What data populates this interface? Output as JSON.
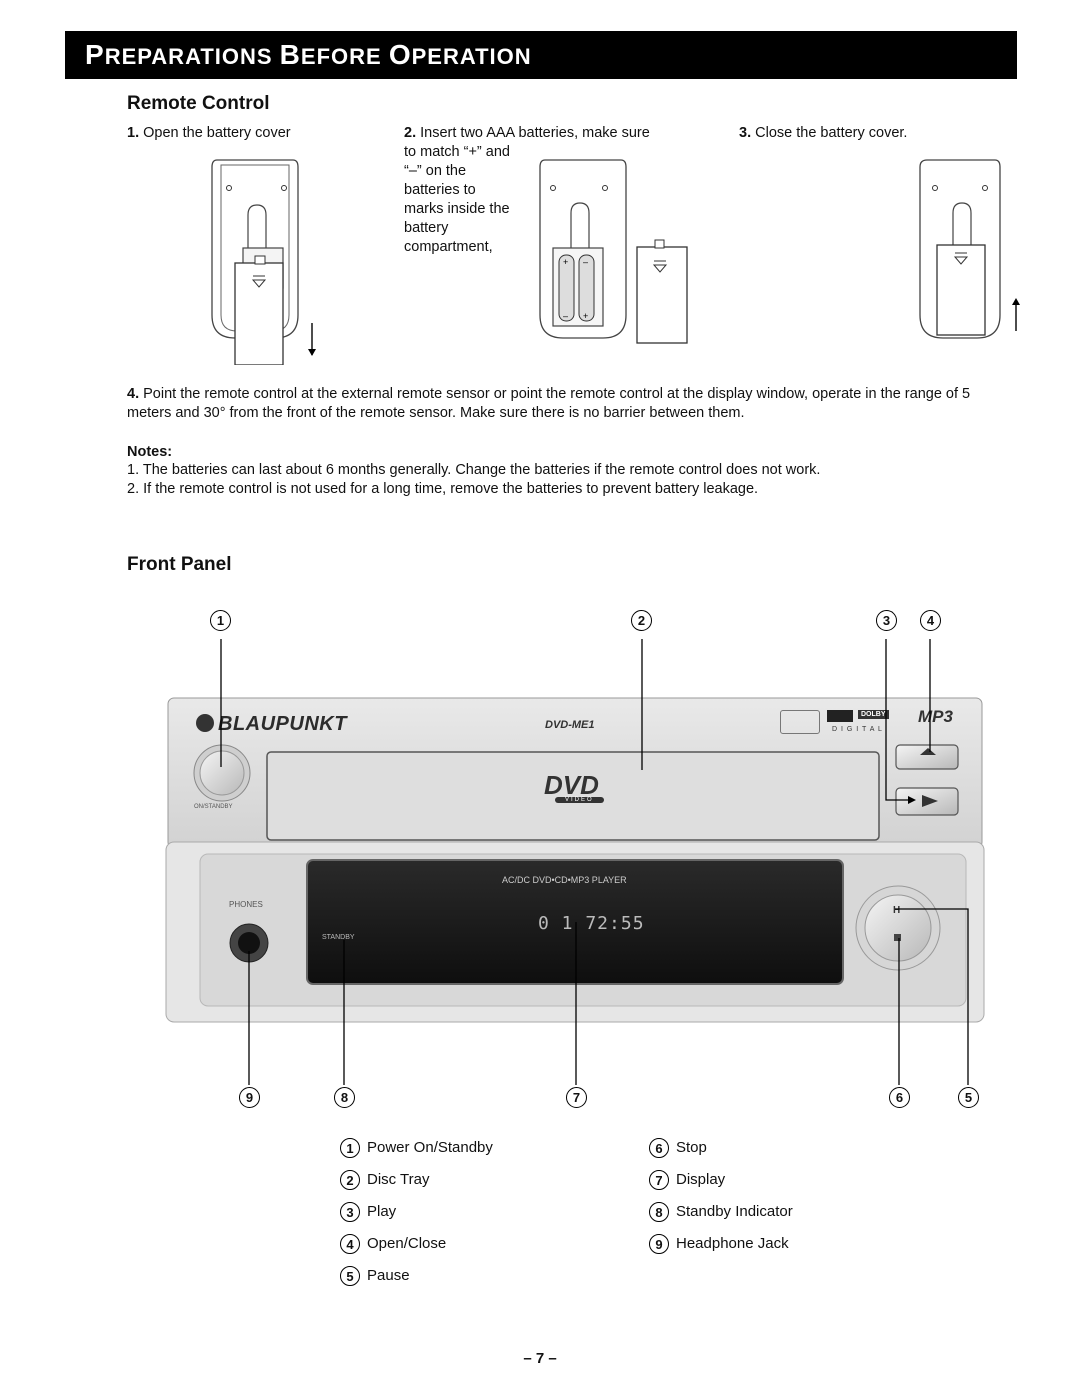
{
  "header": {
    "title_parts": [
      "P",
      "REPARATIONS ",
      "B",
      "EFORE ",
      "O",
      "PERATION"
    ]
  },
  "remote": {
    "heading": "Remote Control",
    "step1": {
      "num": "1.",
      "text": " Open the battery cover"
    },
    "step2": {
      "num": "2.",
      "lines": [
        " Insert two AAA batteries, make sure",
        "to match “+” and",
        "“–” on the",
        "batteries to",
        "marks inside the",
        "battery",
        "compartment,"
      ]
    },
    "step3": {
      "num": "3.",
      "text": " Close the battery cover."
    },
    "step4": {
      "num": "4.",
      "text": " Point the remote control at the external remote sensor or point the remote control at the display window, operate in the range of 5 meters and 30° from the front of the remote sensor. Make sure there is no barrier between them."
    },
    "notes_heading": "Notes:",
    "notes": [
      "1. The batteries can last about 6 months generally. Change the batteries if the remote control does not work.",
      "2. If the remote control is not used for a long time, remove the batteries to prevent battery leakage."
    ]
  },
  "front_panel": {
    "heading": "Front Panel",
    "device": {
      "brand": "BLAUPUNKT",
      "model": "DVD-ME1",
      "power_label": "ON/STANDBY",
      "phones_label": "PHONES",
      "display_title": "AC/DC  DVD•CD•MP3 PLAYER",
      "standby_label": "STANDBY",
      "display_time": "0 1 72:55",
      "dvd_logo": "DVD",
      "dvd_sub": "VIDEO",
      "dolby": "DOLBY",
      "digital": "D I G I T A L",
      "mp3": "MP3"
    },
    "callouts_top": [
      "1",
      "2",
      "3",
      "4"
    ],
    "callouts_bottom": [
      "9",
      "8",
      "7",
      "6",
      "5"
    ],
    "legend_left": [
      {
        "num": "1",
        "label": "Power On/Standby"
      },
      {
        "num": "2",
        "label": "Disc Tray"
      },
      {
        "num": "3",
        "label": "Play"
      },
      {
        "num": "4",
        "label": "Open/Close"
      },
      {
        "num": "5",
        "label": "Pause"
      }
    ],
    "legend_right": [
      {
        "num": "6",
        "label": "Stop"
      },
      {
        "num": "7",
        "label": "Display"
      },
      {
        "num": "8",
        "label": "Standby Indicator"
      },
      {
        "num": "9",
        "label": "Headphone Jack"
      }
    ]
  },
  "page_number": "– 7 –"
}
